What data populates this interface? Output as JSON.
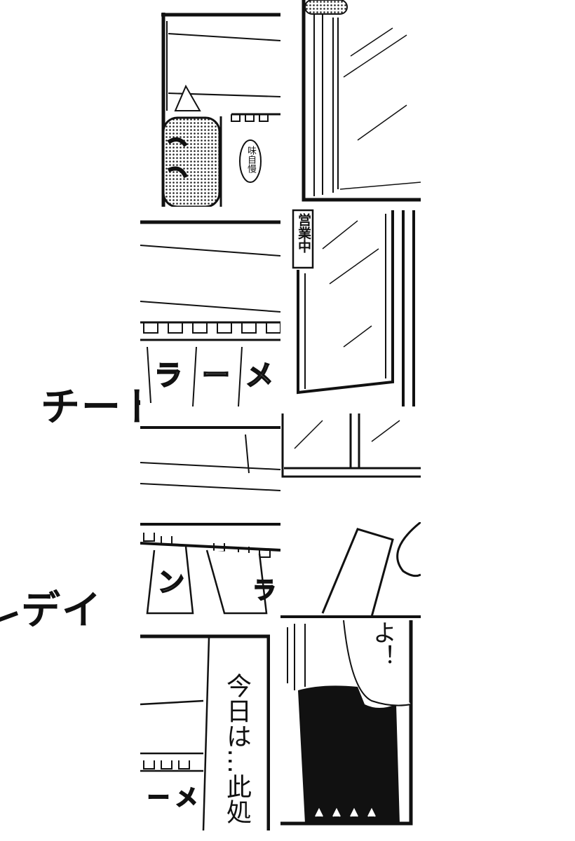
{
  "title_fragments": {
    "top": "チート",
    "bottom": "デイ"
  },
  "signs": {
    "shop_sign": "味自慢",
    "open_sign": "営業中",
    "noren_top": [
      "ラ",
      "ー",
      "メ"
    ],
    "noren_bottom": [
      "ン",
      "ラ"
    ],
    "noren_bottom_left": [
      "ー",
      "メ"
    ]
  },
  "dialogue": {
    "narration": "今日は…此処",
    "speech": "よ！"
  },
  "colors": {
    "ink": "#111111",
    "paper": "#ffffff"
  }
}
